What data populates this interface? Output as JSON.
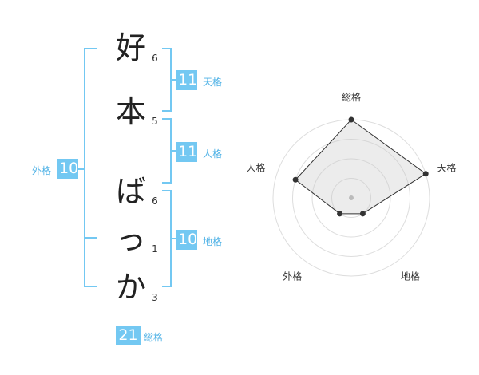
{
  "name": {
    "chars": [
      "好",
      "本",
      "ば",
      "っ",
      "か"
    ],
    "strokes": [
      "6",
      "5",
      "6",
      "1",
      "3"
    ]
  },
  "kaku": {
    "tenkaku": {
      "value": "11",
      "label": "天格"
    },
    "jinkaku": {
      "value": "11",
      "label": "人格"
    },
    "chikaku": {
      "value": "10",
      "label": "地格"
    },
    "gaikaku": {
      "value": "10",
      "label": "外格"
    },
    "soukaku": {
      "value": "21",
      "label": "総格"
    }
  },
  "colors": {
    "accent": "#73c8f2",
    "accent_text": "#4fb2e6"
  },
  "chart_data": {
    "type": "radar",
    "axes": [
      "総格",
      "天格",
      "地格",
      "外格",
      "人格"
    ],
    "values": [
      4,
      4,
      1,
      1,
      3
    ],
    "max": 4
  }
}
